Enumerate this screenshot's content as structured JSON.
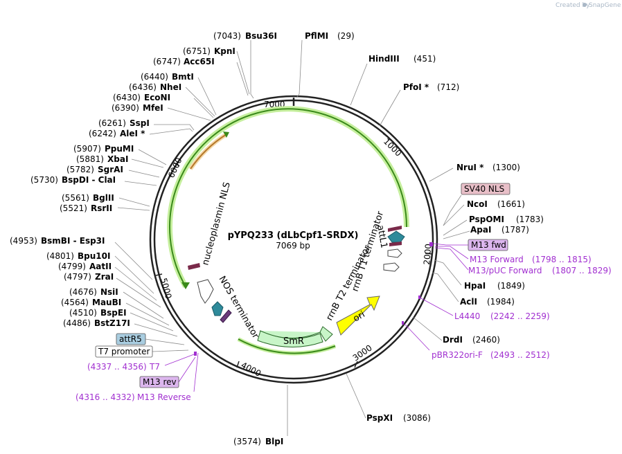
{
  "credit": {
    "prefix": "Created by",
    "brand": "SnapGene"
  },
  "plasmid": {
    "name": "pYPQ233 (dLbCpf1-SRDX)",
    "size": "7069 bp"
  },
  "ticks": [
    "1000",
    "2000",
    "3000",
    "4000",
    "5000",
    "6000",
    "7000"
  ],
  "sites": [
    {
      "pos": "(7043)",
      "name": "Bsu36I"
    },
    {
      "pos": "(29)",
      "name": "PflMI"
    },
    {
      "pos": "(451)",
      "name": "HindIII"
    },
    {
      "pos": "(712)",
      "name": "PfoI *"
    },
    {
      "pos": "(1300)",
      "name": "NruI *"
    },
    {
      "pos": "(1661)",
      "name": "NcoI"
    },
    {
      "pos": "(1783)",
      "name": "PspOMI"
    },
    {
      "pos": "(1787)",
      "name": "ApaI"
    },
    {
      "pos": "(1849)",
      "name": "HpaI"
    },
    {
      "pos": "(1984)",
      "name": "AclI"
    },
    {
      "pos": "(2460)",
      "name": "DrdI"
    },
    {
      "pos": "(3086)",
      "name": "PspXI"
    },
    {
      "pos": "(3574)",
      "name": "BlpI"
    },
    {
      "pos": "(6751)",
      "name": "KpnI"
    },
    {
      "pos": "(6747)",
      "name": "Acc65I"
    },
    {
      "pos": "(6440)",
      "name": "BmtI"
    },
    {
      "pos": "(6436)",
      "name": "NheI"
    },
    {
      "pos": "(6430)",
      "name": "EcoNI"
    },
    {
      "pos": "(6390)",
      "name": "MfeI"
    },
    {
      "pos": "(6261)",
      "name": "SspI"
    },
    {
      "pos": "(6242)",
      "name": "AleI *"
    },
    {
      "pos": "(5907)",
      "name": "PpuMI"
    },
    {
      "pos": "(5881)",
      "name": "XbaI"
    },
    {
      "pos": "(5782)",
      "name": "SgrAI"
    },
    {
      "pos": "(5730)",
      "name": "BspDI - ClaI"
    },
    {
      "pos": "(5561)",
      "name": "BglII"
    },
    {
      "pos": "(5521)",
      "name": "RsrII"
    },
    {
      "pos": "(4953)",
      "name": "BsmBI - Esp3I"
    },
    {
      "pos": "(4801)",
      "name": "Bpu10I"
    },
    {
      "pos": "(4799)",
      "name": "AatII"
    },
    {
      "pos": "(4797)",
      "name": "ZraI"
    },
    {
      "pos": "(4676)",
      "name": "NsiI"
    },
    {
      "pos": "(4564)",
      "name": "MauBI"
    },
    {
      "pos": "(4510)",
      "name": "BspEI"
    },
    {
      "pos": "(4486)",
      "name": "BstZ17I"
    }
  ],
  "primers": [
    {
      "name": "M13 Forward",
      "range": "(1798 .. 1815)"
    },
    {
      "name": "M13/pUC Forward",
      "range": "(1807 .. 1829)"
    },
    {
      "name": "L4440",
      "range": "(2242 .. 2259)"
    },
    {
      "name": "pBR322ori-F",
      "range": "(2493 .. 2512)"
    },
    {
      "name": "T7",
      "range": "(4337 .. 4356)"
    },
    {
      "name": "M13 Reverse",
      "range": "(4316 .. 4332)"
    }
  ],
  "boxed": [
    {
      "name": "SV40 NLS",
      "color": "#e8bfc8"
    },
    {
      "name": "M13 fwd",
      "color": "#dcb6ee"
    },
    {
      "name": "attR5",
      "color": "#a9cde0"
    },
    {
      "name": "T7 promoter",
      "color": "#ffffff"
    },
    {
      "name": "M13 rev",
      "color": "#dcb6ee"
    }
  ],
  "features": {
    "nls": "nucleoplasmin NLS",
    "nos": "NOS terminator",
    "smr": "SmR",
    "ori": "ori",
    "rrnb_t2": "rrnB T2 terminator",
    "rrnb_t1": "rrnB T1 terminator",
    "att": "attL1"
  },
  "colors": {
    "backbone": "#222222",
    "cds_arc": "#3a8a1a",
    "cds_glow": "#c6ef9e",
    "smr_fill": "#c8f5c8",
    "ori_fill": "#ffff00",
    "nls_fill": "#7a2a4a",
    "att_fill": "#2e8a9a",
    "primer": "#a12fd0",
    "orange_arc": "#d58a2a"
  }
}
